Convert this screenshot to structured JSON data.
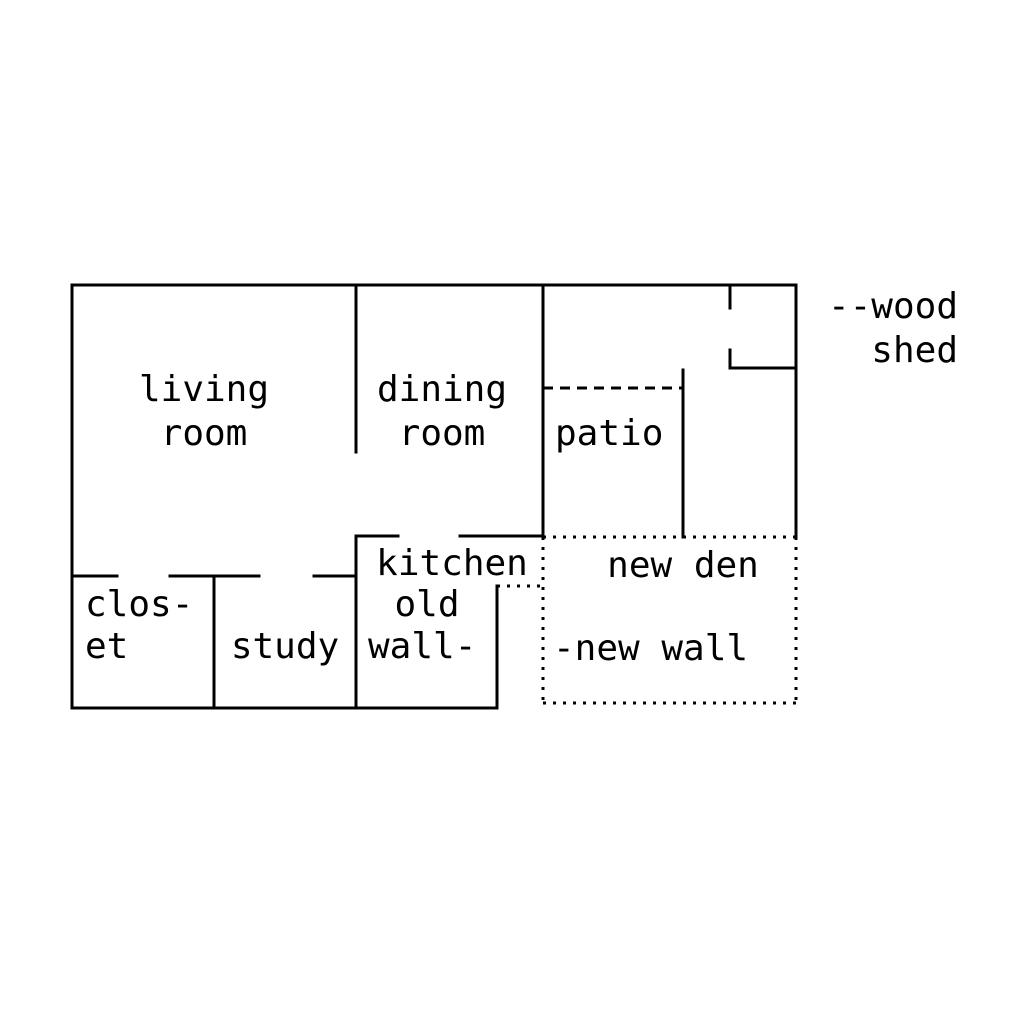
{
  "rooms": {
    "living_room": {
      "line1": "living",
      "line2": "room"
    },
    "dining_room": {
      "line1": "dining",
      "line2": "room"
    },
    "patio": "patio",
    "closet": {
      "line1": "clos-",
      "line2": "et"
    },
    "study": "study",
    "kitchen": "kitchen",
    "new_den": "new den",
    "wood_shed": {
      "line1": "--wood",
      "line2": "shed"
    }
  },
  "annotations": {
    "old_wall": {
      "line1": "old",
      "line2": "wall-"
    },
    "new_wall": "-new wall"
  }
}
